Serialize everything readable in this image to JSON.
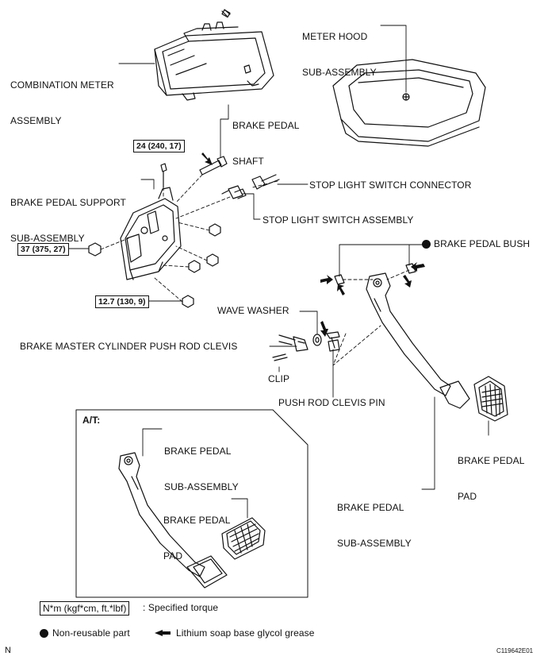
{
  "labels": {
    "combination_meter": [
      "COMBINATION METER",
      "ASSEMBLY"
    ],
    "meter_hood": [
      "METER HOOD",
      "SUB-ASSEMBLY"
    ],
    "brake_pedal_shaft": [
      "BRAKE PEDAL",
      "SHAFT"
    ],
    "brake_pedal_support": [
      "BRAKE PEDAL SUPPORT",
      "SUB-ASSEMBLY"
    ],
    "stop_light_switch_connector": "STOP LIGHT SWITCH CONNECTOR",
    "stop_light_switch_assembly": "STOP LIGHT SWITCH ASSEMBLY",
    "brake_pedal_bush": "BRAKE PEDAL BUSH",
    "wave_washer": "WAVE WASHER",
    "push_rod_clevis": "BRAKE MASTER CYLINDER PUSH ROD CLEVIS",
    "clip": "CLIP",
    "push_rod_clevis_pin": "PUSH ROD CLEVIS PIN",
    "brake_pedal_pad_right": [
      "BRAKE PEDAL",
      "PAD"
    ],
    "brake_pedal_sub_assembly_right": [
      "BRAKE PEDAL",
      "SUB-ASSEMBLY"
    ],
    "at_heading": "A/T:",
    "at_brake_pedal_sub_assembly": [
      "BRAKE PEDAL",
      "SUB-ASSEMBLY"
    ],
    "at_brake_pedal_pad": [
      "BRAKE PEDAL",
      "PAD"
    ]
  },
  "torques": {
    "t24": "24 (240, 17)",
    "t37": "37 (375, 27)",
    "t127": "12.7 (130, 9)"
  },
  "legend": {
    "torque_box": "N*m (kgf*cm, ft.*lbf)",
    "torque_text": ": Specified torque",
    "non_reusable": "Non-reusable part",
    "grease": "Lithium soap base glycol grease"
  },
  "footer": {
    "corner_mark": "N",
    "figure_code": "C119642E01"
  },
  "colors": {
    "ink": "#111111",
    "background": "#ffffff"
  }
}
